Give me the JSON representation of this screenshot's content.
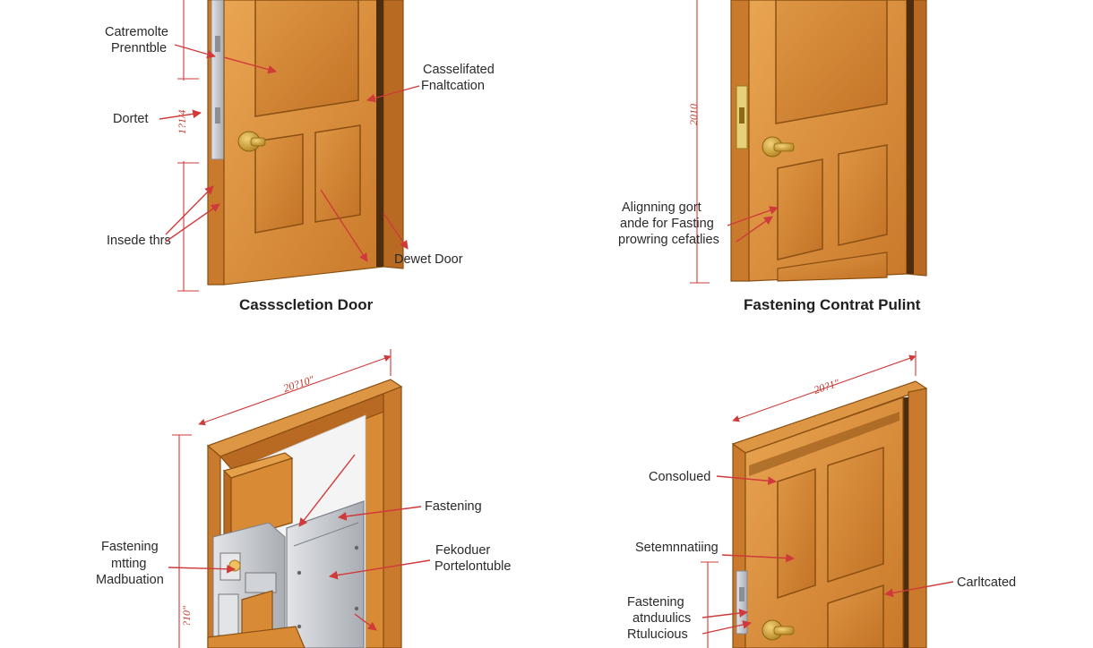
{
  "colors": {
    "wood": "#d88b34",
    "wood_light": "#e6a04a",
    "wood_dark": "#a8621c",
    "frame_dark": "#5b3512",
    "arrow": "#d03a3a",
    "metal": "#c9ccd1",
    "brass": "#c99a2e"
  },
  "panels": {
    "top_left": {
      "caption": "Cassscletion Door",
      "labels": [
        "Catremolte",
        "Prenntble",
        "Dortet",
        "Insede thrs",
        "Casselifated",
        "Fnaltcation",
        "Dewet Door"
      ],
      "dimension": "1?1/4"
    },
    "top_right": {
      "caption": "Fastening Contrat Pulint",
      "labels": [
        "Alignning gort",
        "ande for Fasting",
        "prowring cefatlies"
      ],
      "dimension": "2010"
    },
    "bottom_left": {
      "labels": [
        "Fastening",
        "Fekoduer",
        "Portelontuble",
        "Fastening",
        "mtting",
        "Madbuation"
      ],
      "dimension_top": "20?10\"",
      "dimension_side": "?10\""
    },
    "bottom_right": {
      "labels": [
        "Consolued",
        "Setemnnatiing",
        "Fastening",
        "atnduulics",
        "Rtulucious",
        "Carltcated"
      ],
      "dimension_top": "20?1\""
    }
  }
}
